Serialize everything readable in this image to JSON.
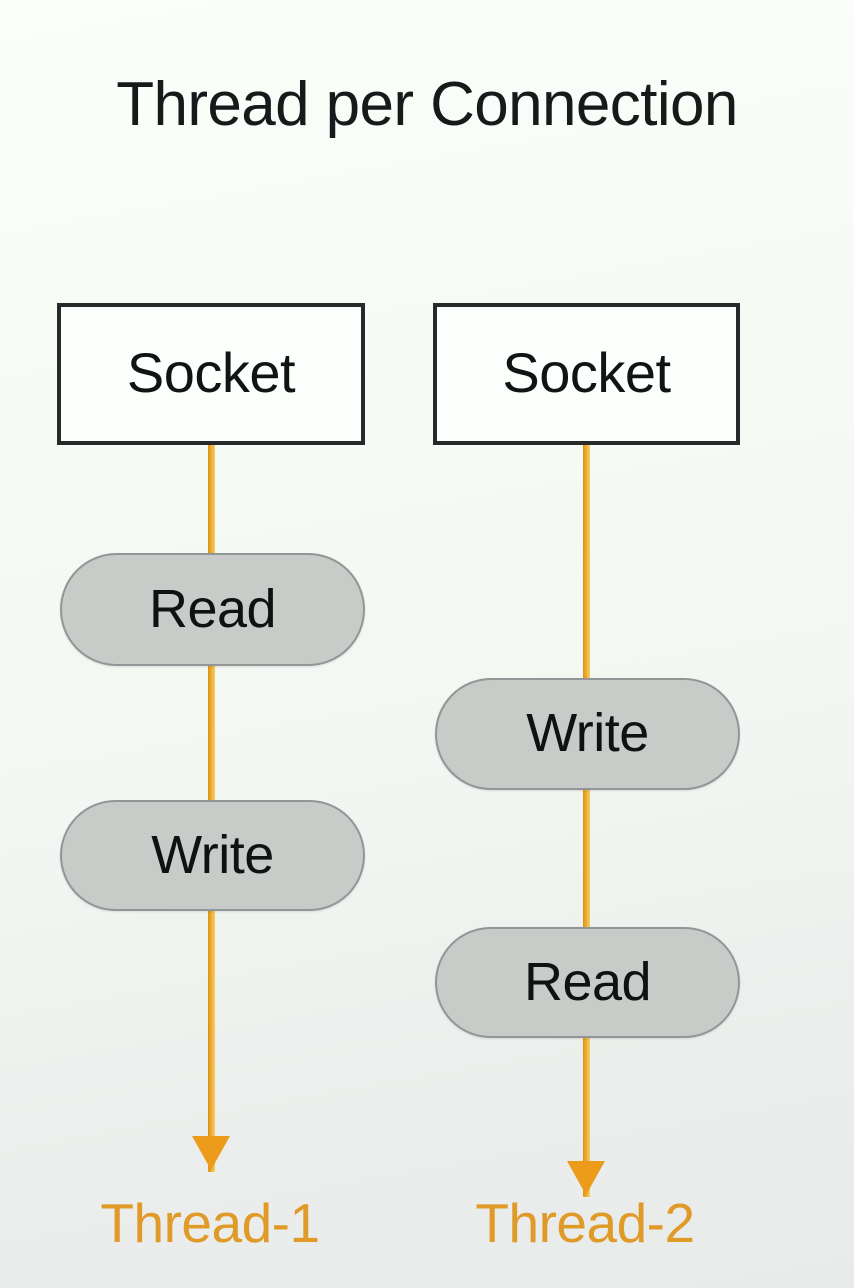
{
  "diagram": {
    "title": "Thread per Connection",
    "colors": {
      "flow_line": "#eead2c",
      "arrow": "#ed9b1b",
      "thread_label": "#e09a28",
      "pill_fill": "#c9cbc9",
      "pill_border": "#939696",
      "box_border": "#262a2b",
      "box_fill": "#fdfffc",
      "text": "#121314",
      "background_top": "#fbfefa",
      "background_bottom": "#e7ebe9"
    },
    "columns": [
      {
        "id": "thread-1",
        "socket": {
          "label": "Socket"
        },
        "operations": [
          {
            "label": "Read"
          },
          {
            "label": "Write"
          }
        ],
        "thread_label": "Thread-1"
      },
      {
        "id": "thread-2",
        "socket": {
          "label": "Socket"
        },
        "operations": [
          {
            "label": "Write"
          },
          {
            "label": "Read"
          }
        ],
        "thread_label": "Thread-2"
      }
    ]
  }
}
